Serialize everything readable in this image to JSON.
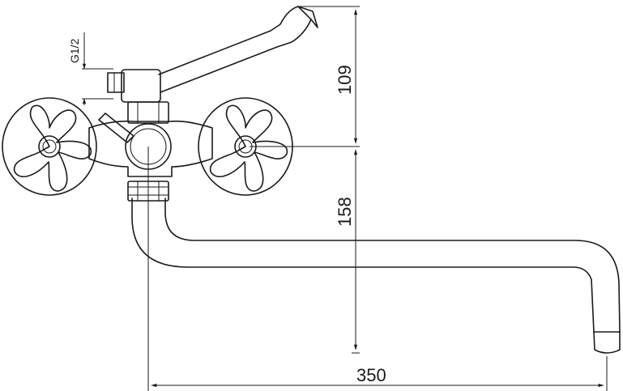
{
  "dimensions": {
    "height_upper": "109",
    "height_lower": "158",
    "spout_reach": "350",
    "thread": "G1/2"
  }
}
